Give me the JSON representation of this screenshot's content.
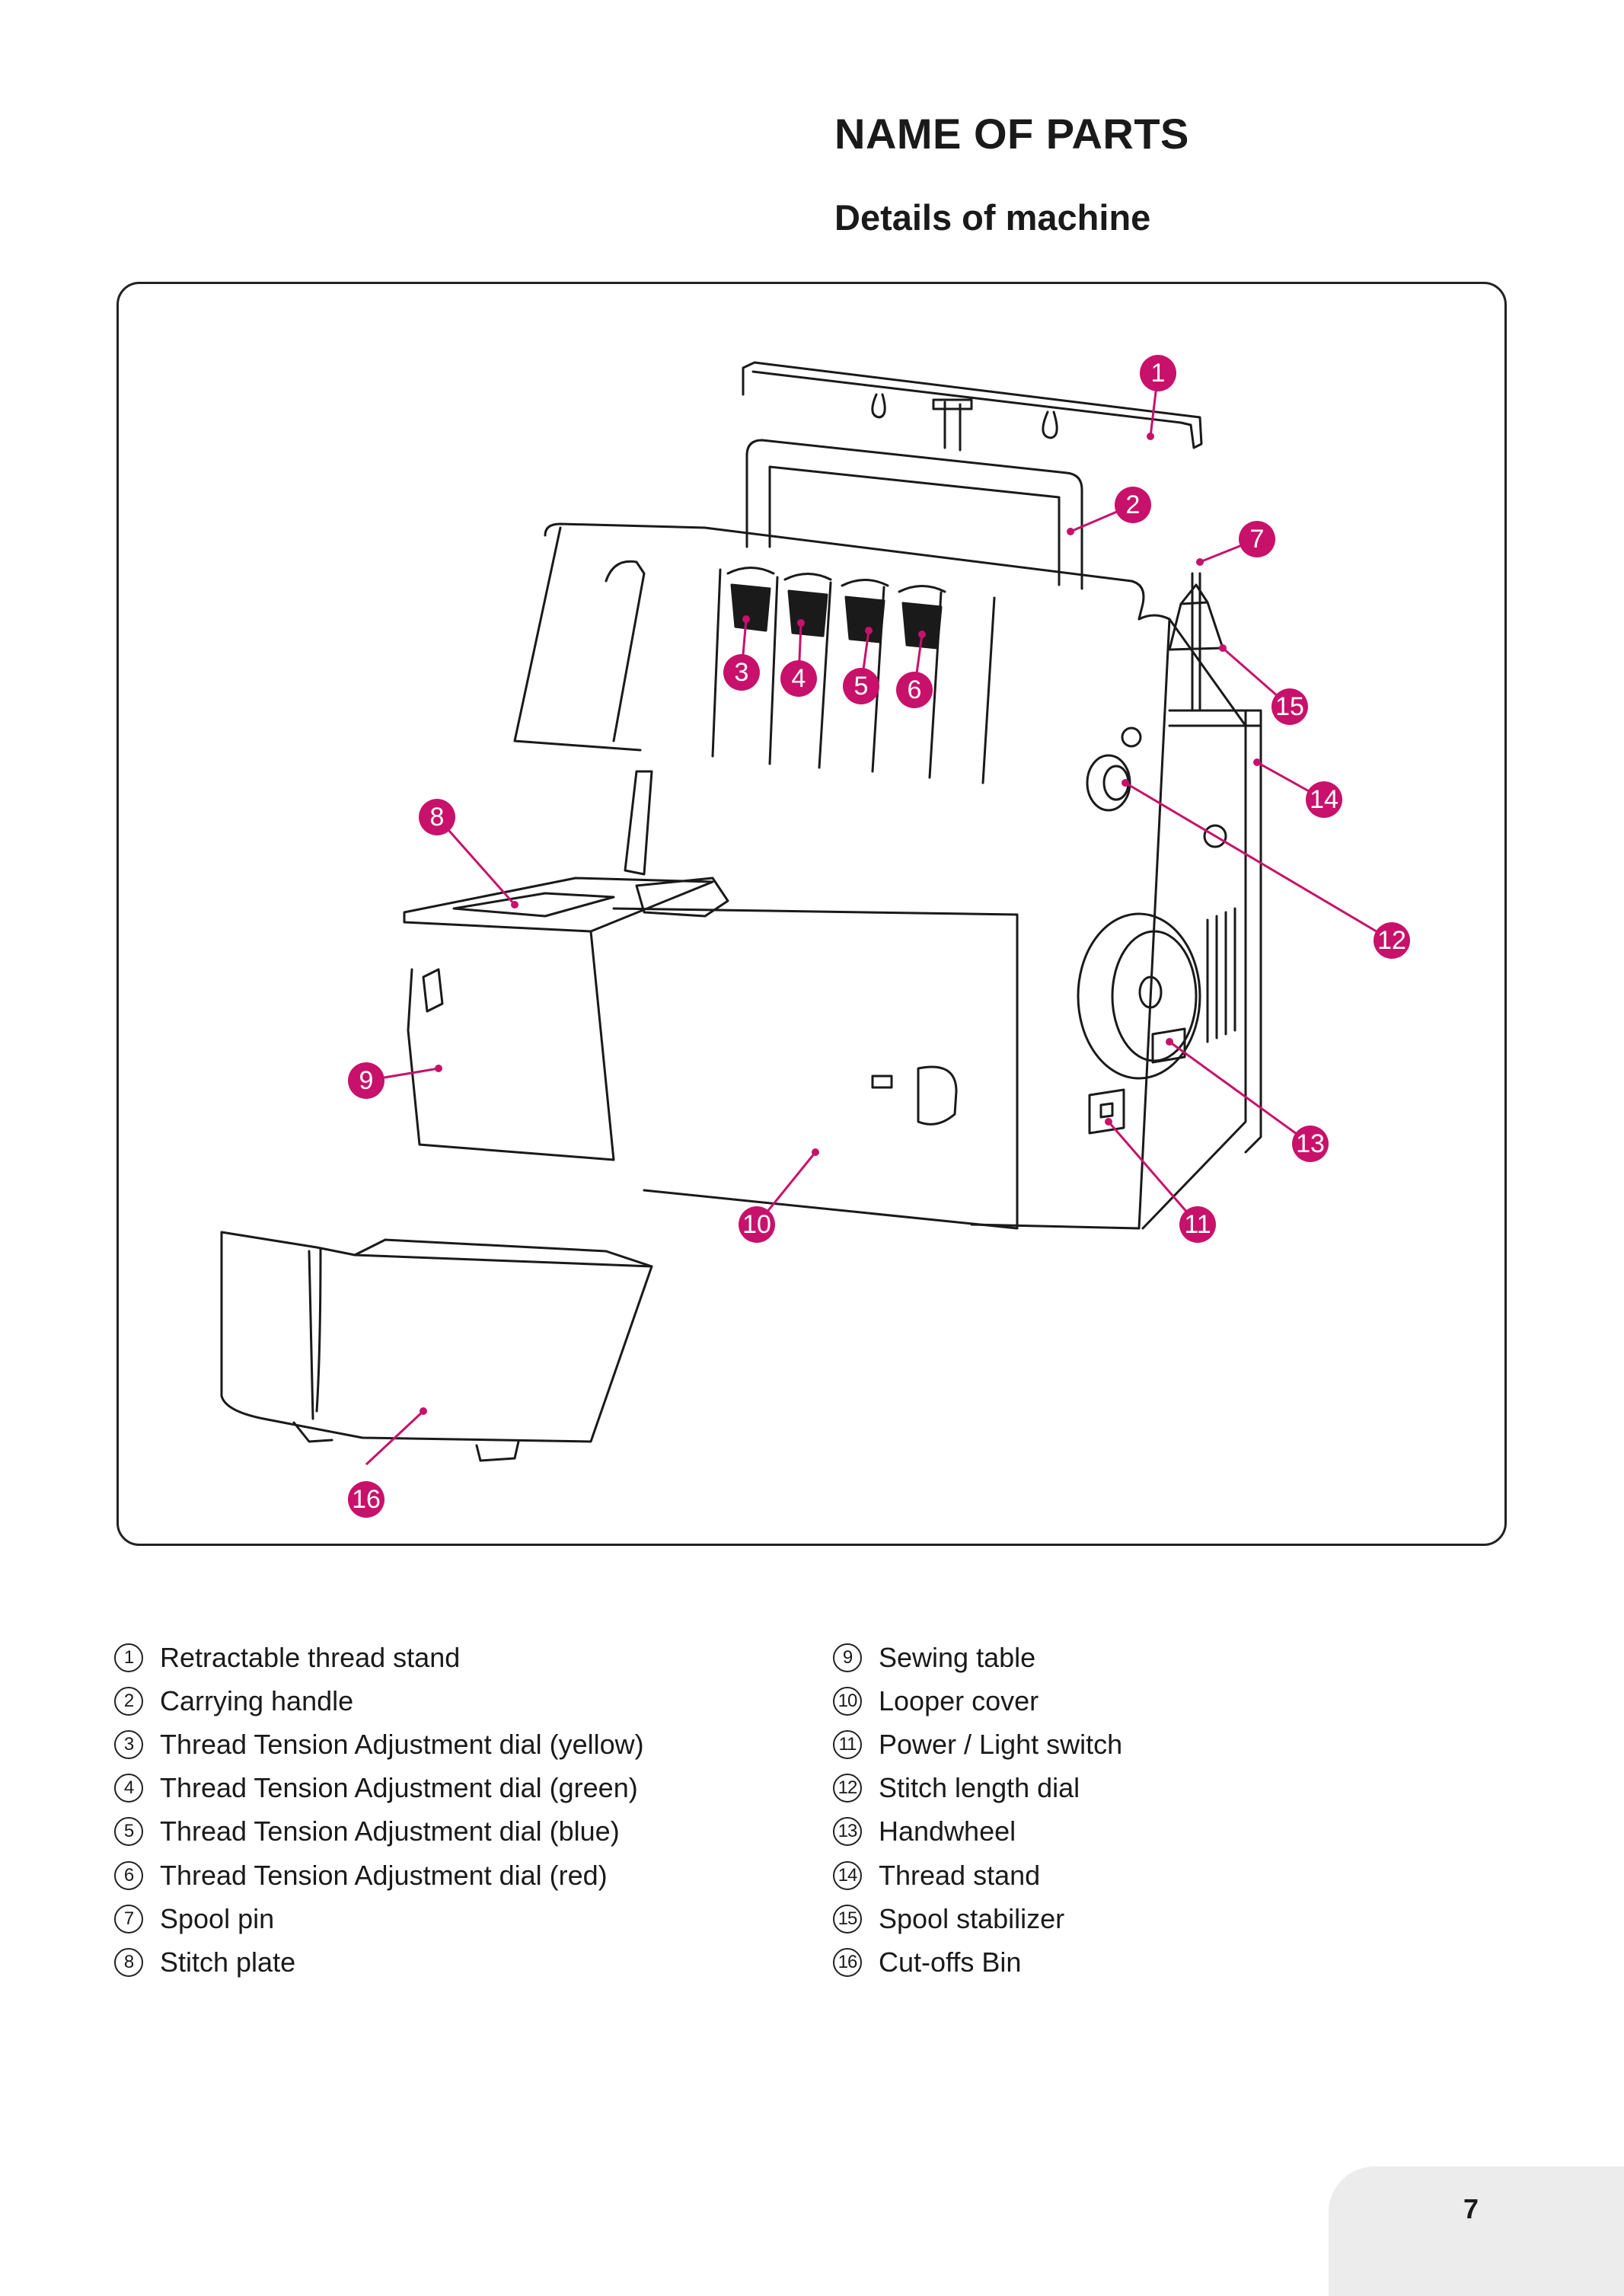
{
  "header": {
    "title": "NAME OF PARTS",
    "subtitle": "Details of machine"
  },
  "figure": {
    "callout_color": "#c8116a",
    "line_color": "#1a1a1a",
    "callouts": [
      "1",
      "2",
      "3",
      "4",
      "5",
      "6",
      "7",
      "8",
      "9",
      "10",
      "11",
      "12",
      "13",
      "14",
      "15",
      "16"
    ]
  },
  "legend": {
    "left": [
      {
        "num": "1",
        "label": "Retractable thread stand"
      },
      {
        "num": "2",
        "label": "Carrying handle"
      },
      {
        "num": "3",
        "label": "Thread Tension Adjustment dial (yellow)"
      },
      {
        "num": "4",
        "label": "Thread Tension Adjustment dial (green)"
      },
      {
        "num": "5",
        "label": "Thread Tension Adjustment dial (blue)"
      },
      {
        "num": "6",
        "label": "Thread Tension Adjustment dial (red)"
      },
      {
        "num": "7",
        "label": "Spool pin"
      },
      {
        "num": "8",
        "label": "Stitch plate"
      }
    ],
    "right": [
      {
        "num": "9",
        "label": "Sewing table"
      },
      {
        "num": "10",
        "label": "Looper cover"
      },
      {
        "num": "11",
        "label": "Power / Light switch"
      },
      {
        "num": "12",
        "label": "Stitch length dial"
      },
      {
        "num": "13",
        "label": "Handwheel"
      },
      {
        "num": "14",
        "label": "Thread stand"
      },
      {
        "num": "15",
        "label": "Spool stabilizer"
      },
      {
        "num": "16",
        "label": "Cut-offs Bin"
      }
    ]
  },
  "footer": {
    "page_number": "7"
  }
}
